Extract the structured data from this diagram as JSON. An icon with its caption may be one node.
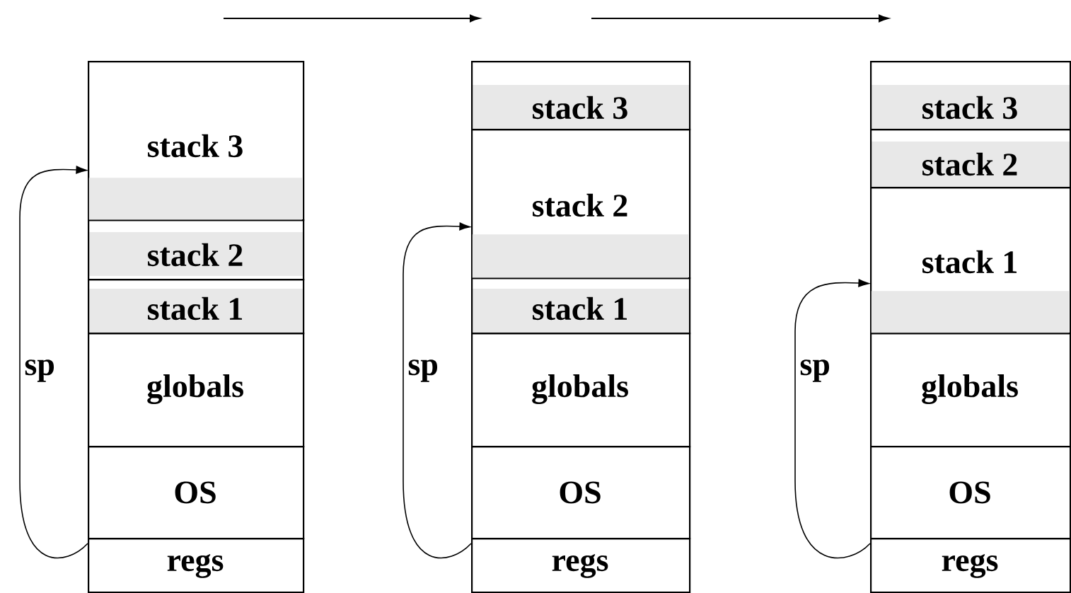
{
  "diagram": {
    "nodes": [
      {
        "text": [
          "stack 3"
        ]
      },
      {
        "text": [],
        "shape": "bar",
        "in": 0
      },
      {
        "text": [
          "stack 2"
        ]
      },
      {
        "text": [
          "stack 1"
        ]
      },
      {
        "text": [
          "globals"
        ]
      },
      {
        "text": [
          "OS"
        ]
      },
      {
        "text": [
          "regs"
        ]
      },
      {
        "text": [
          "stack 3"
        ]
      },
      {
        "text": [
          "stack 2"
        ]
      },
      {
        "text": [],
        "shape": "bar",
        "in": 8
      },
      {
        "text": [
          "stack 1"
        ]
      },
      {
        "text": [
          "globals"
        ]
      },
      {
        "text": [
          "OS"
        ]
      },
      {
        "text": [
          "regs"
        ]
      },
      {
        "text": [
          "stack 3"
        ]
      },
      {
        "text": [
          "stack 2"
        ]
      },
      {
        "text": [
          "stack 1"
        ]
      },
      {
        "text": [],
        "shape": "bar",
        "in": 16
      },
      {
        "text": [
          "globals"
        ]
      },
      {
        "text": [
          "OS"
        ]
      },
      {
        "text": [
          "regs"
        ]
      }
    ],
    "edges": [
      {
        "from": 6,
        "to": 1,
        "arrow": "to",
        "label": "sp"
      },
      {
        "from": 13,
        "to": 9,
        "arrow": "to",
        "label": "sp"
      },
      {
        "from": 20,
        "to": 17,
        "arrow": "to",
        "label": "sp"
      }
    ]
  }
}
